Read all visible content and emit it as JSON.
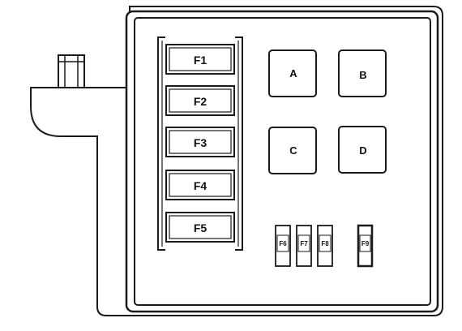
{
  "fuse_box": {
    "maxi_fuses": [
      {
        "label": "F1"
      },
      {
        "label": "F2"
      },
      {
        "label": "F3"
      },
      {
        "label": "F4"
      },
      {
        "label": "F5"
      }
    ],
    "relays": [
      {
        "label": "A"
      },
      {
        "label": "B"
      },
      {
        "label": "C"
      },
      {
        "label": "D"
      }
    ],
    "mini_fuses": [
      {
        "label": "F6"
      },
      {
        "label": "F7"
      },
      {
        "label": "F8"
      },
      {
        "label": "F9"
      }
    ]
  }
}
